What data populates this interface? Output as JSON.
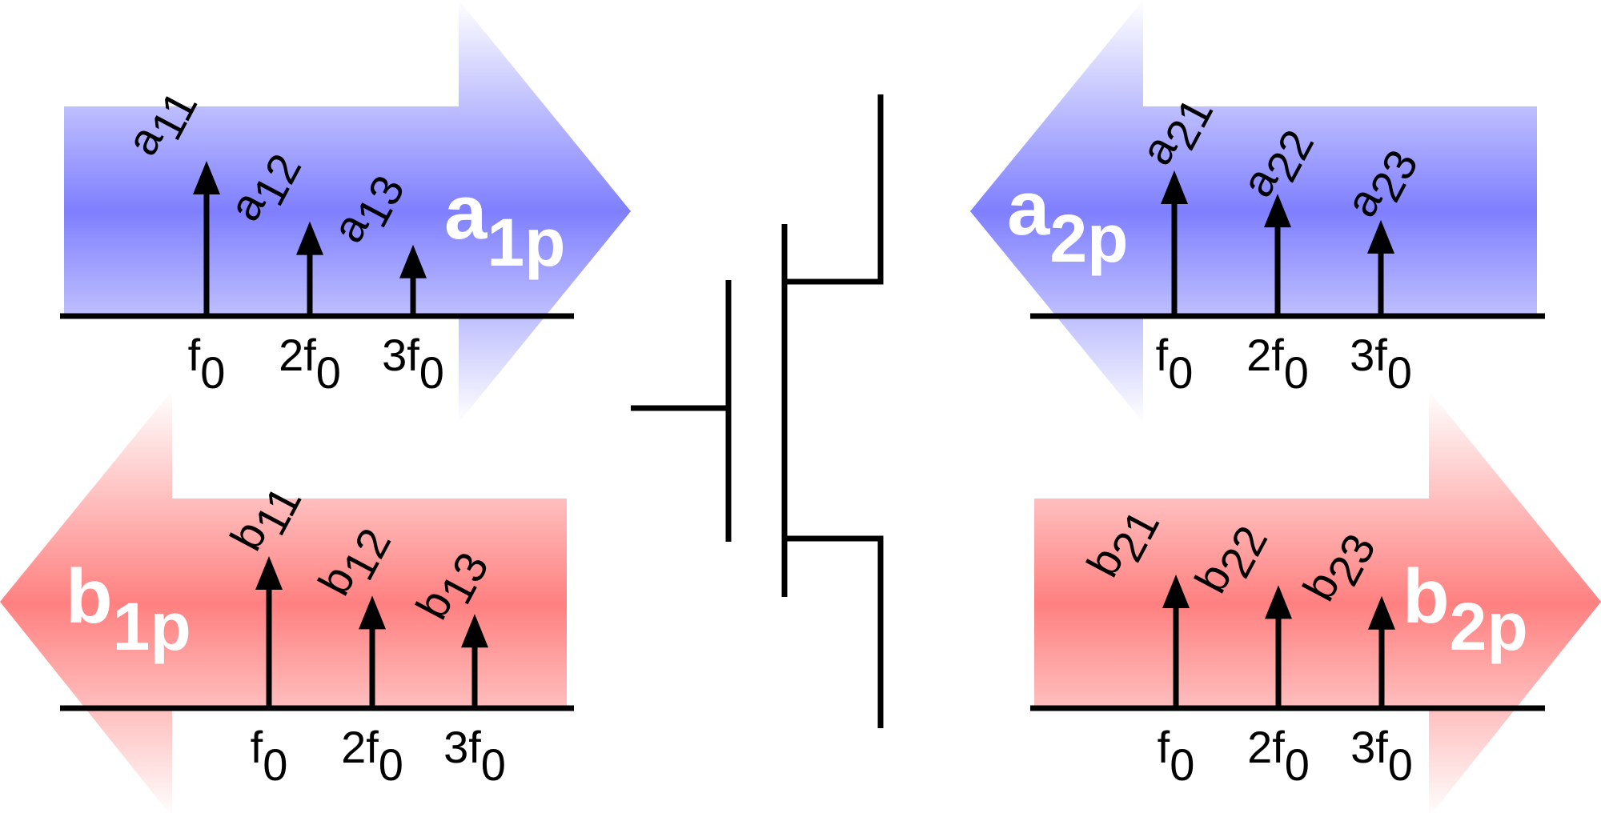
{
  "colors": {
    "incident": "#7f7fff",
    "reflected": "#ff8080",
    "ink": "#000000",
    "bold_label": "#ffffff"
  },
  "waves": {
    "a1": {
      "name": {
        "base": "a",
        "sub": "1p"
      },
      "amplitudes": [
        {
          "base": "a",
          "sub": "11",
          "relative_height": 1.0
        },
        {
          "base": "a",
          "sub": "12",
          "relative_height": 0.61
        },
        {
          "base": "a",
          "sub": "13",
          "relative_height": 0.46
        }
      ]
    },
    "b1": {
      "name": {
        "base": "b",
        "sub": "1p"
      },
      "amplitudes": [
        {
          "base": "b",
          "sub": "11",
          "relative_height": 1.0
        },
        {
          "base": "b",
          "sub": "12",
          "relative_height": 0.74
        },
        {
          "base": "b",
          "sub": "13",
          "relative_height": 0.62
        }
      ]
    },
    "a2": {
      "name": {
        "base": "a",
        "sub": "2p"
      },
      "amplitudes": [
        {
          "base": "a",
          "sub": "21",
          "relative_height": 1.0
        },
        {
          "base": "a",
          "sub": "22",
          "relative_height": 0.84
        },
        {
          "base": "a",
          "sub": "23",
          "relative_height": 0.66
        }
      ]
    },
    "b2": {
      "name": {
        "base": "b",
        "sub": "2p"
      },
      "amplitudes": [
        {
          "base": "b",
          "sub": "21",
          "relative_height": 1.0
        },
        {
          "base": "b",
          "sub": "22",
          "relative_height": 0.92
        },
        {
          "base": "b",
          "sub": "23",
          "relative_height": 0.84
        }
      ]
    }
  },
  "freq_labels": [
    {
      "coef": "",
      "base": "f",
      "sub": "0"
    },
    {
      "coef": "2",
      "base": "f",
      "sub": "0"
    },
    {
      "coef": "3",
      "base": "f",
      "sub": "0"
    }
  ]
}
